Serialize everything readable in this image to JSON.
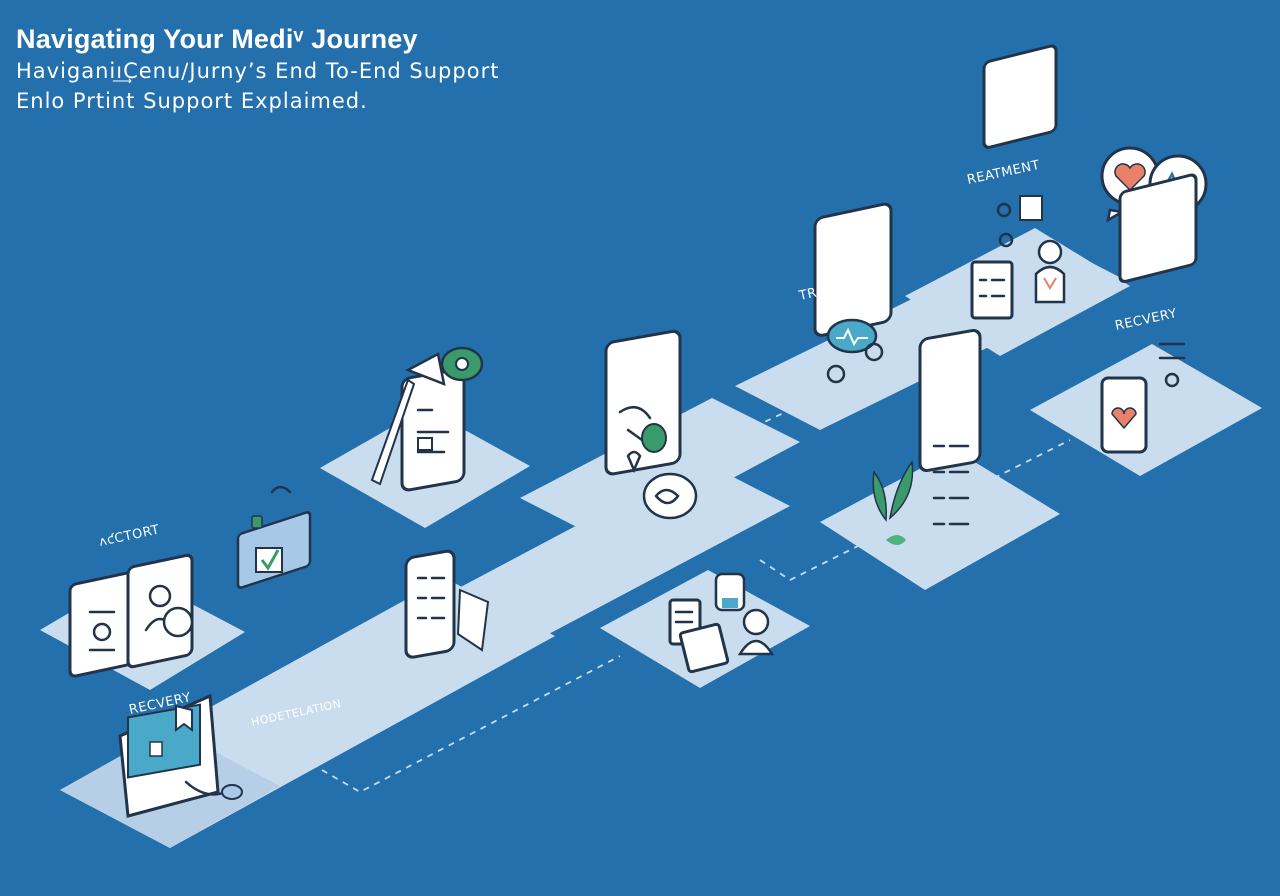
{
  "header": {
    "title": "Navigating Your Mediᵛ Journey",
    "subtitle1": "Haviganiı͢Cenu∕Jurny’s End To-End Support",
    "subtitle2": "Enlo Prtint Support Explaimed."
  },
  "stages": [
    {
      "label": "ʌƈCTORT"
    },
    {
      "label": "RECVERY"
    },
    {
      "label": "HODETELATION"
    },
    {
      "label": "TREATHENT"
    },
    {
      "label": "REATMENT"
    },
    {
      "label": "RECVERY"
    }
  ],
  "colors": {
    "background": "#2470AC",
    "platform": "#C9DDEE",
    "outline": "#22344A",
    "accent_green": "#3A9A6A",
    "accent_teal": "#4AA8C8",
    "accent_coral": "#E8806A"
  }
}
